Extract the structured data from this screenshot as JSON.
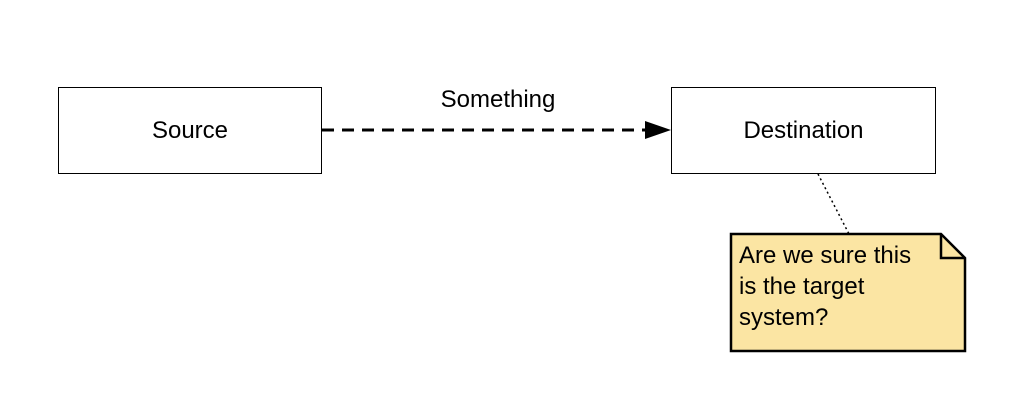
{
  "nodes": {
    "source": {
      "label": "Source"
    },
    "destination": {
      "label": "Destination"
    }
  },
  "edge": {
    "label": "Something",
    "style": "dashed",
    "arrow": "filled"
  },
  "note": {
    "lines": [
      "Are we sure this",
      "is the target",
      "system?"
    ],
    "attached_to": "destination",
    "connector_style": "dotted"
  },
  "colors": {
    "stroke": "#000000",
    "note_fill": "#fbe5a3",
    "background": "#ffffff"
  }
}
